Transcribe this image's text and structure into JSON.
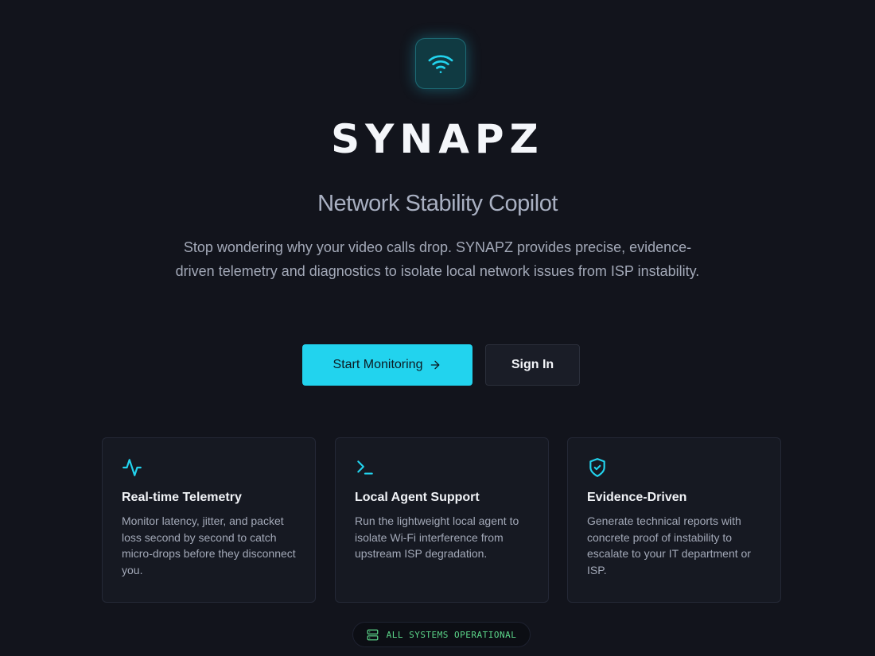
{
  "brand": {
    "name": "SYNAPZ",
    "logo_icon": "wifi-icon",
    "accent_color": "#22d3ee"
  },
  "hero": {
    "subtitle": "Network Stability Copilot",
    "description": "Stop wondering why your video calls drop. SYNAPZ provides precise, evidence-driven telemetry and diagnostics to isolate local network issues from ISP instability."
  },
  "actions": {
    "primary_label": "Start Monitoring",
    "primary_icon": "arrow-right-icon",
    "secondary_label": "Sign In"
  },
  "features": [
    {
      "icon": "activity-icon",
      "title": "Real-time Telemetry",
      "text": "Monitor latency, jitter, and packet loss second by second to catch micro-drops before they disconnect you."
    },
    {
      "icon": "terminal-icon",
      "title": "Local Agent Support",
      "text": "Run the lightweight local agent to isolate Wi-Fi interference from upstream ISP degradation."
    },
    {
      "icon": "shield-check-icon",
      "title": "Evidence-Driven",
      "text": "Generate technical reports with concrete proof of instability to escalate to your IT department or ISP."
    }
  ],
  "status": {
    "icon": "server-icon",
    "label": "ALL SYSTEMS OPERATIONAL",
    "color": "#5cd68a"
  }
}
